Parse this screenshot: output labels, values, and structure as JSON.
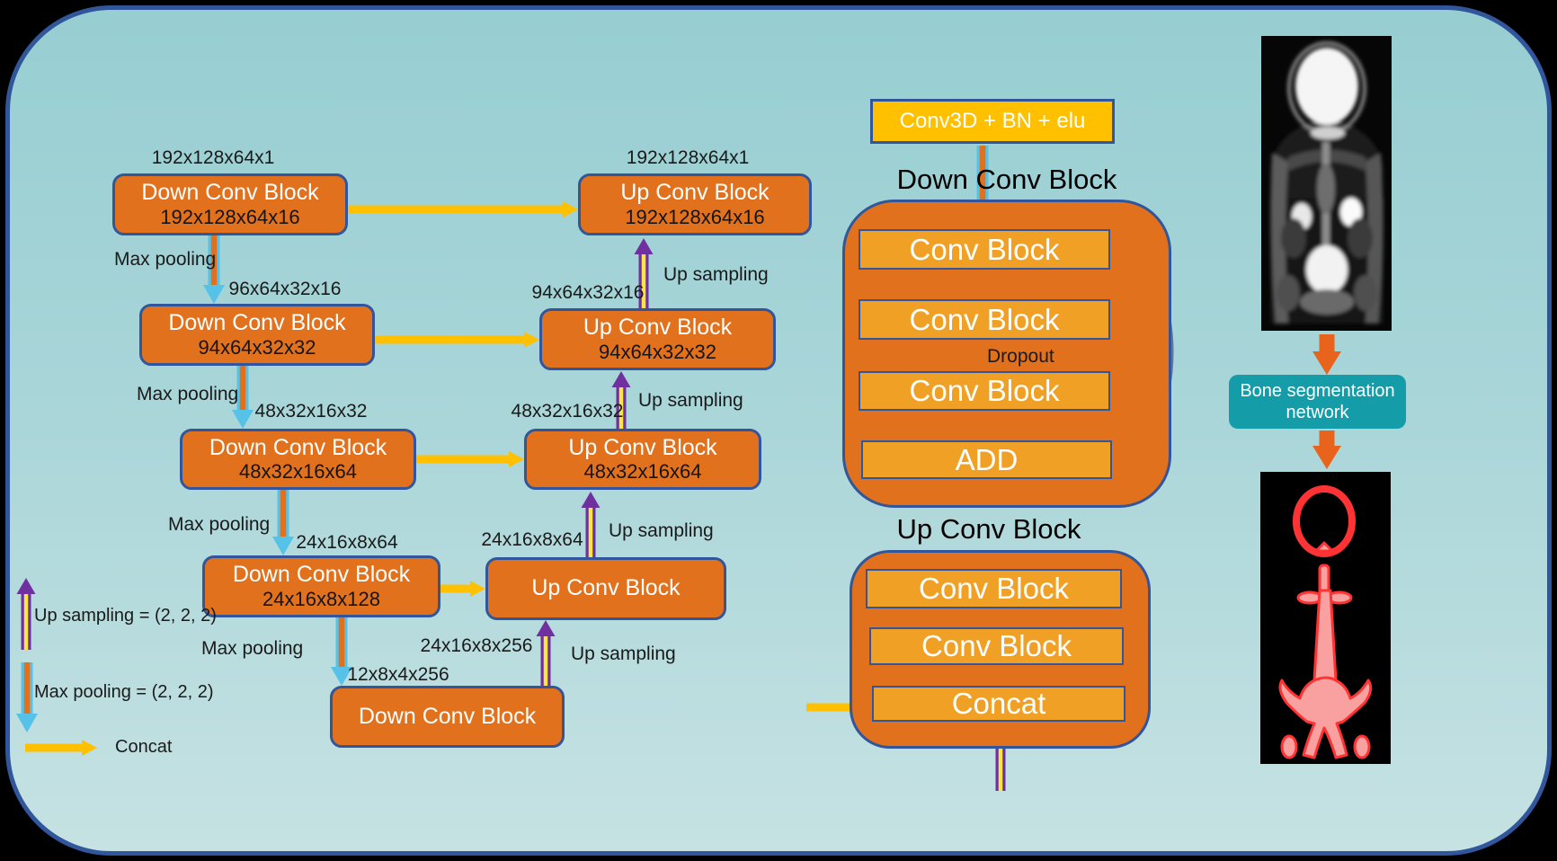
{
  "colors": {
    "panel_border": "#31569B",
    "panel_bg_top": "#97ced2",
    "panel_bg_bottom": "#c6e2e3",
    "block_orange": "#E2711D",
    "inner_amber": "#F0A125",
    "gold": "#FFC000",
    "teal_box": "#149CA8",
    "arrow_cyan": "#56C2E8",
    "arrow_purple": "#7030A0",
    "arrow_yellow": "#F5E642",
    "arrow_blue": "#2E75B6",
    "arrow_orange": "#E8641C",
    "residual_gray": "#B9BCC2",
    "segmentation_red": "#FF3333",
    "segmentation_pink": "#F9A0A0"
  },
  "unet": {
    "down_blocks": [
      {
        "title": "Down Conv Block",
        "dim_above": "192x128x64x1",
        "dim_inside": "192x128x64x16"
      },
      {
        "title": "Down Conv Block",
        "dim_above": "96x64x32x16",
        "dim_inside": "94x64x32x32"
      },
      {
        "title": "Down Conv Block",
        "dim_above": "48x32x16x32",
        "dim_inside": "48x32x16x64"
      },
      {
        "title": "Down Conv Block",
        "dim_above": "24x16x8x64",
        "dim_inside": "24x16x8x128"
      },
      {
        "title": "Down Conv Block",
        "dim_above": "12x8x4x256",
        "dim_inside": ""
      }
    ],
    "up_blocks": [
      {
        "title": "Up Conv Block",
        "dim_above": "192x128x64x1",
        "dim_inside": "192x128x64x16"
      },
      {
        "title": "Up Conv Block",
        "dim_above": "94x64x32x16",
        "dim_inside": "94x64x32x32"
      },
      {
        "title": "Up Conv Block",
        "dim_above": "48x32x16x32",
        "dim_inside": "48x32x16x64"
      },
      {
        "title": "Up Conv Block",
        "dim_above": "24x16x8x64",
        "dim_inside": ""
      }
    ],
    "bottleneck_up_dim": "24x16x8x256",
    "max_pooling_labels": [
      "Max pooling",
      "Max pooling",
      "Max pooling",
      "Max pooling"
    ],
    "up_sampling_labels": [
      "Up sampling",
      "Up sampling",
      "Up sampling",
      "Up sampling"
    ]
  },
  "legend": {
    "up_sampling": "Up sampling = (2, 2, 2)",
    "max_pooling": "Max pooling = (2, 2, 2)",
    "concat": "Concat"
  },
  "detail": {
    "conv3d_label": "Conv3D + BN + elu",
    "down_title": "Down Conv Block",
    "down_items": [
      "Conv Block",
      "Conv Block",
      "Conv Block",
      "ADD"
    ],
    "dropout_label": "Dropout",
    "up_title": "Up Conv Block",
    "up_items": [
      "Conv Block",
      "Conv Block",
      "Concat"
    ]
  },
  "pipeline": {
    "network_label": "Bone segmentation network"
  }
}
